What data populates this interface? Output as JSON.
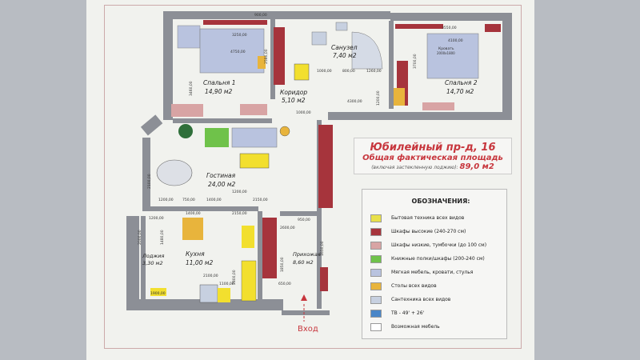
{
  "title": {
    "address": "Юбилейный пр-д, 16",
    "area_label": "Общая  фактическая площадь",
    "note": "(включая застекленную лоджию):",
    "area_value": "89,0 м2"
  },
  "rooms": [
    {
      "name": "Спальня 1",
      "area": "14,90 м2"
    },
    {
      "name": "Санузел",
      "area": "7,40 м2"
    },
    {
      "name": "Спальня 2",
      "area": "14,70 м2"
    },
    {
      "name": "Коридор",
      "area": "5,10 м2"
    },
    {
      "name": "Гостиная",
      "area": "24,00 м2"
    },
    {
      "name": "Лоджия",
      "area": "3,30 м2"
    },
    {
      "name": "Кухня",
      "area": "11,00 м2"
    },
    {
      "name": "Прихожая",
      "area": "8,60 м2"
    }
  ],
  "furniture_labels": {
    "bed": "Кровать",
    "bed_size": "2000х1800"
  },
  "entrance": "Вход",
  "dimensions": {
    "d900": "900,00",
    "d3250": "3250,00",
    "d4750": "4750,00",
    "d2580": "2580,00",
    "d3550": "3550,00",
    "d4100": "4100,00",
    "d3700": "3700,00",
    "d1000": "1000,00",
    "d800": "800,00",
    "d1260": "1260,00",
    "d4300": "4300,00",
    "d1200": "1200,00",
    "d3460": "3460,00",
    "d2100": "2100,00",
    "d750": "750,00",
    "d1400": "1400,00",
    "d2150": "2150,00",
    "d950": "950,00",
    "d2600": "2600,00",
    "d1850": "1850,00",
    "d1650": "1650,00",
    "d650": "650,00",
    "d2000": "2000,00",
    "d1480": "1480,00",
    "d1100": "1100,00",
    "d1900": "1900,00",
    "d2800": "2800,00"
  },
  "legend": {
    "title": "ОБОЗНАЧЕНИЯ:",
    "items": [
      {
        "label": "Бытовая техника всех видов",
        "color": "#e8e04a"
      },
      {
        "label": "Шкафы высокие (240-270 см)",
        "color": "#a6343c"
      },
      {
        "label": "Шкафы низкие, тумбочки (до 100 см)",
        "color": "#d8a4a4"
      },
      {
        "label": "Книжные полки/шкафы (200-240 см)",
        "color": "#6fc24a"
      },
      {
        "label": "Мягкая мебель, кровати, стулья",
        "color": "#b9c3df"
      },
      {
        "label": "Столы всех видов",
        "color": "#e8b43c"
      },
      {
        "label": "Сантехника всех видов",
        "color": "#c7d0e0"
      },
      {
        "label": "ТВ - 49' + 26'",
        "color": "#4a86c8"
      },
      {
        "label": "Возможная мебель",
        "color": "#ffffff"
      }
    ]
  },
  "colors": {
    "wall": "#8c8f96",
    "tall": "#a6343c",
    "low": "#d8a4a4",
    "yellow": "#f2df2e",
    "soft": "#b9c3df",
    "green": "#6fc24a",
    "orange": "#e8b43c",
    "tv": "#4a86c8"
  }
}
